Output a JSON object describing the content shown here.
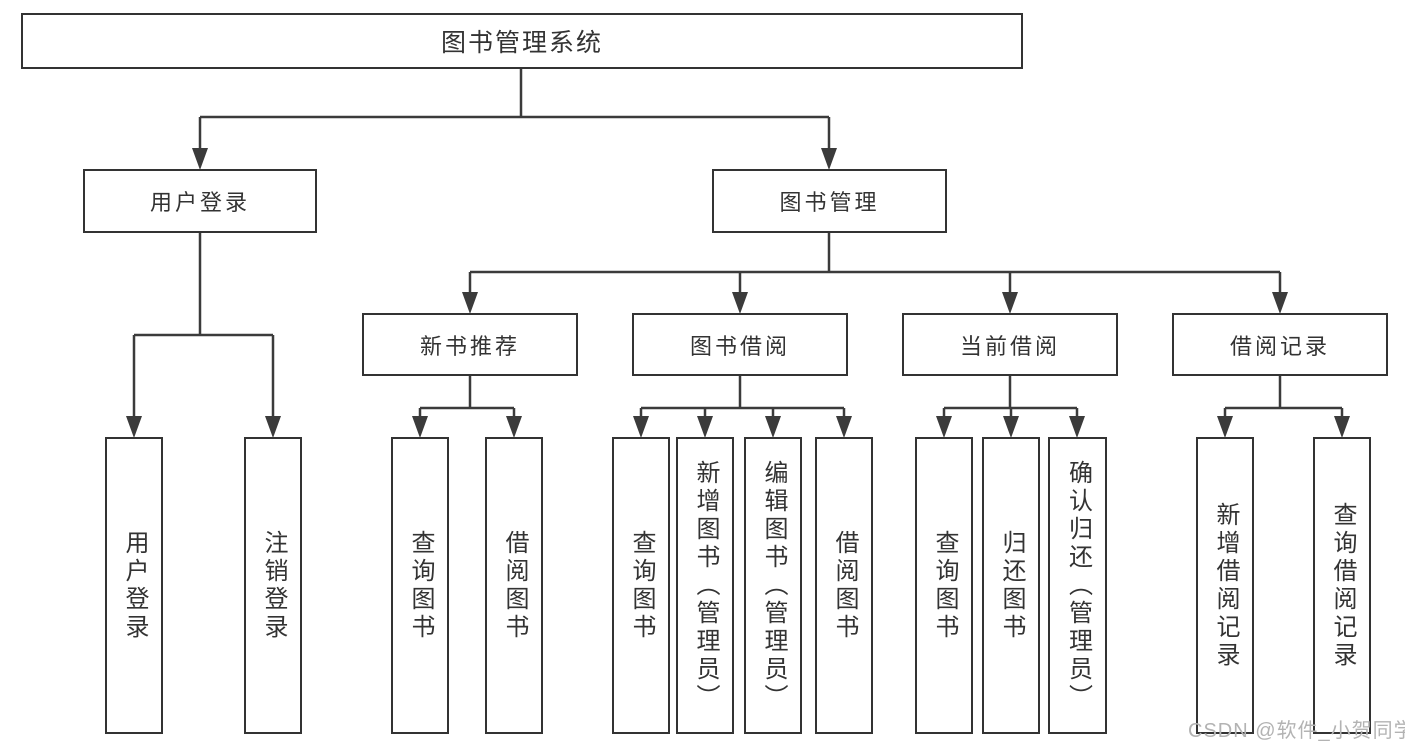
{
  "diagram": {
    "tree": {
      "label": "图书管理系统",
      "children": [
        {
          "label": "用户登录",
          "children": [
            {
              "label": "用户登录"
            },
            {
              "label": "注销登录"
            }
          ]
        },
        {
          "label": "图书管理",
          "children": [
            {
              "label": "新书推荐",
              "children": [
                {
                  "label": "查询图书"
                },
                {
                  "label": "借阅图书"
                }
              ]
            },
            {
              "label": "图书借阅",
              "children": [
                {
                  "label": "查询图书"
                },
                {
                  "label": "新增图书（管理员）"
                },
                {
                  "label": "编辑图书（管理员）"
                },
                {
                  "label": "借阅图书"
                }
              ]
            },
            {
              "label": "当前借阅",
              "children": [
                {
                  "label": "查询图书"
                },
                {
                  "label": "归还图书"
                },
                {
                  "label": "确认归还（管理员）"
                }
              ]
            },
            {
              "label": "借阅记录",
              "children": [
                {
                  "label": "新增借阅记录"
                },
                {
                  "label": "查询借阅记录"
                }
              ]
            }
          ]
        }
      ]
    },
    "colors": {
      "line": "#3b3b3b",
      "text": "#333333",
      "background": "#ffffff",
      "watermark_text_color": "#b3b3b3"
    }
  },
  "watermark": {
    "text": "CSDN @软件_小贺同学"
  }
}
